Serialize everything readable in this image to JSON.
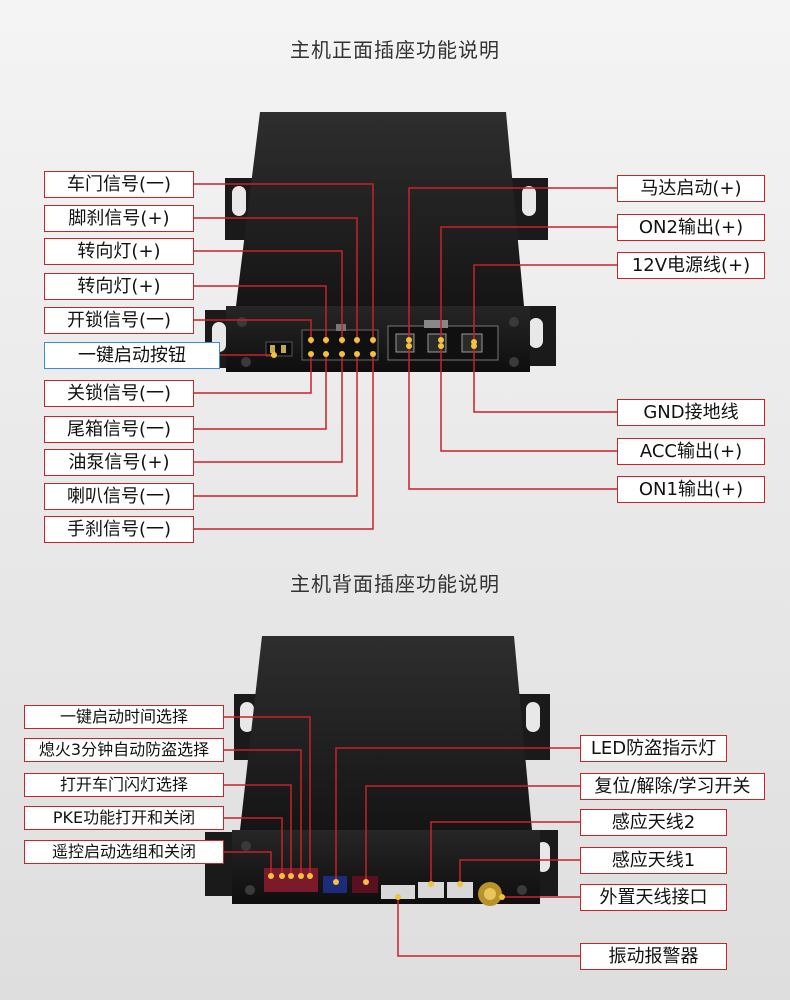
{
  "front": {
    "title": "主机正面插座功能说明",
    "left_labels": [
      "车门信号(一)",
      "脚刹信号(+)",
      "转向灯(+)",
      "转向灯(+)",
      "开锁信号(一)",
      "一键启动按钮",
      "关锁信号(一)",
      "尾箱信号(一)",
      "油泵信号(+)",
      "喇叭信号(一)",
      "手刹信号(一)"
    ],
    "right_labels": [
      "马达启动(+)",
      "ON2输出(+)",
      "12V电源线(+)",
      "GND接地线",
      "ACC输出(+)",
      "ON1输出(+)"
    ]
  },
  "back": {
    "title": "主机背面插座功能说明",
    "left_labels": [
      "一键启动时间选择",
      "熄火3分钟自动防盗选择",
      "打开车门闪灯选择",
      "PKE功能打开和关闭",
      "遥控启动选组和关闭"
    ],
    "right_labels": [
      "LED防盗指示灯",
      "复位/解除/学习开关",
      "感应天线2",
      "感应天线1",
      "外置天线接口",
      "振动报警器"
    ]
  },
  "colors": {
    "callout": "#c6232a",
    "highlight": "#3a8bd8",
    "device": "#1c1c1c"
  }
}
